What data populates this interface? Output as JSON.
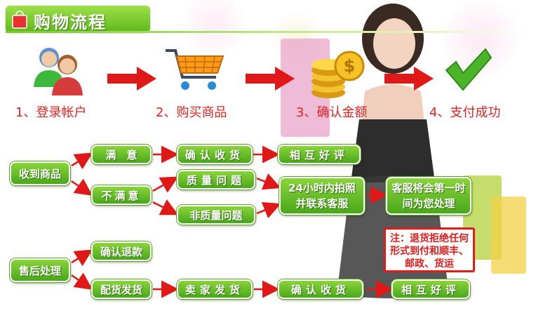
{
  "header": {
    "title": "购物流程"
  },
  "steps": [
    {
      "label": "1、登录帐户",
      "icon": "users-icon"
    },
    {
      "label": "2、购买商品",
      "icon": "cart-icon"
    },
    {
      "label": "3、确认金额",
      "icon": "coins-icon"
    },
    {
      "label": "4、支付成功",
      "icon": "checkmark-icon"
    }
  ],
  "flow": {
    "receive": "收到商品",
    "satisfied": "满　意",
    "unsatisfied": "不满意",
    "confirm_receipt_1": "确认收货",
    "mutual_review_1": "相互好评",
    "quality_issue": "质量问题",
    "non_quality_issue": "非质量问题",
    "photo_contact": "24小时内拍照并联系客服",
    "service_handle": "客服将会第一时间为您处理",
    "aftersale": "售后处理",
    "confirm_refund": "确认退款",
    "ship_goods": "配货发货",
    "seller_ship": "卖家发货",
    "confirm_receipt_2": "确认收货",
    "mutual_review_2": "相互好评"
  },
  "note": "注：退货拒绝任何形式到付和顺丰、邮政、货运",
  "colors": {
    "green": "#5fb71a",
    "red": "#e52222",
    "arrow": "#e01818"
  }
}
